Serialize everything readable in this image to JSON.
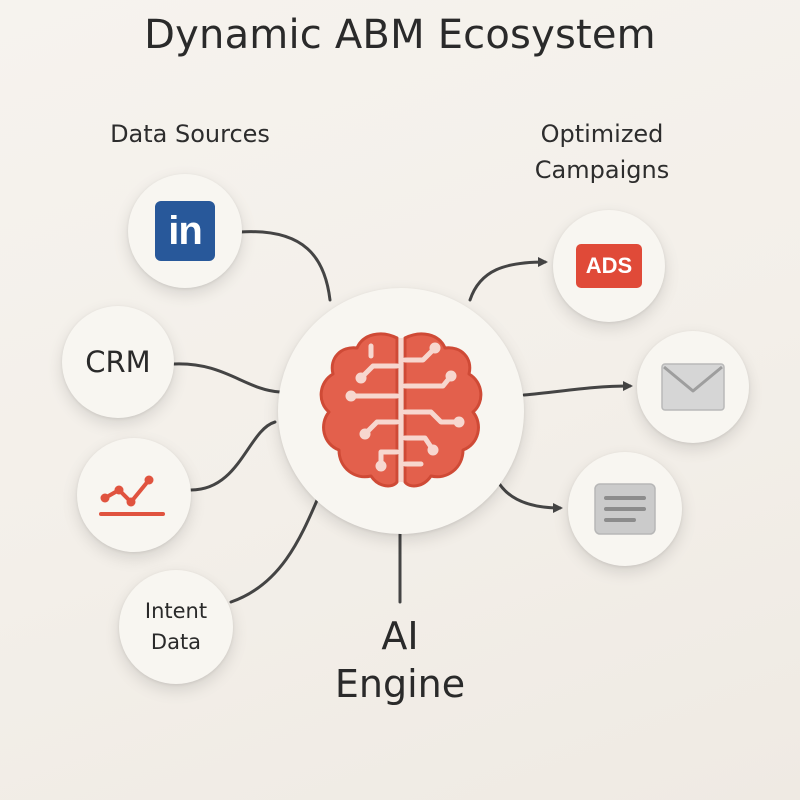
{
  "title": "Dynamic ABM Ecosystem",
  "sections": {
    "sources_label": "Data Sources",
    "campaigns_label": "Optimized Campaigns"
  },
  "sources": {
    "linkedin": {
      "text": "in",
      "icon": "linkedin-icon",
      "color": "#28589a"
    },
    "crm": {
      "text": "CRM"
    },
    "analytics": {
      "icon": "line-chart-icon",
      "color": "#e0533f"
    },
    "intent": {
      "line1": "Intent",
      "line2": "Data"
    }
  },
  "engine": {
    "label_line1": "AI",
    "label_line2": "Engine",
    "icon": "brain-circuit-icon",
    "color": "#e0533f"
  },
  "campaigns": {
    "ads": {
      "text": "ADS",
      "icon": "ads-badge-icon",
      "color": "#e04a38"
    },
    "email": {
      "icon": "envelope-icon",
      "color": "#d3d3d3"
    },
    "content": {
      "icon": "document-icon",
      "color": "#c9c9c9"
    }
  },
  "colors": {
    "background": "#f4f0ea",
    "connector": "#444444",
    "node_fill": "#f8f6f1"
  }
}
